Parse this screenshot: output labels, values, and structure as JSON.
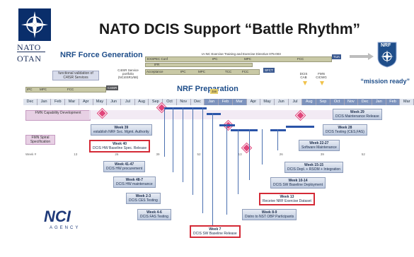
{
  "title": "NATO DCIS Support “Battle Rhythm”",
  "nato": {
    "line1": "NATO",
    "line2": "OTAN"
  },
  "nrf_badge": "NRF",
  "sections": {
    "force_generation": "NRF Force Generation",
    "preparation": "NRF Preparation"
  },
  "top_labels": {
    "ex_title": "IA-NC Exercise Training and Exercise Directive 075-003",
    "exspec": "EXSPEC Conf",
    "ipc1": "IPC",
    "mpc1": "MPC",
    "fcc1": "FCC",
    "ifr": "IFR",
    "acceptance": "Acceptance",
    "ipc2": "IPC",
    "mpc2": "MPC",
    "tcc": "TCC",
    "fcc2": "FCC",
    "tua": "TUA",
    "sfc1": "SFCT",
    "jan": "Jan",
    "ipc3": "IPC",
    "mpc3": "MPC",
    "fcc3": "FCC",
    "c4isr": "C4ISR",
    "func_val": "functional validation of C4ISR Services",
    "c4isr_portfolio": "C4ISR Service portfolio (NC4ISR1/68)",
    "dcis_cab": "DCIS CAB",
    "fmn_cicwg": "FMN CICWG"
  },
  "mission_ready": "“mission ready”",
  "months": [
    "Dec",
    "Jan",
    "Feb",
    "Mar",
    "Apr",
    "May",
    "Jun",
    "Jul",
    "Aug",
    "Sep",
    "Oct",
    "Nov",
    "Dec",
    "Jan",
    "Feb",
    "Mar",
    "Apr",
    "May",
    "Jun",
    "Jul",
    "Aug",
    "Sep",
    "Oct",
    "Nov",
    "Dec",
    "Jan",
    "Feb",
    "Mar"
  ],
  "left_notes": {
    "fmn_cap": "FMN Capability Development",
    "fmn_spiral": "FMN Spiral Specification"
  },
  "week_ticks": [
    "Week #",
    "13",
    "26",
    "39",
    "52",
    "13",
    "26",
    "39",
    "52"
  ],
  "weeks": [
    {
      "week": "Week 39",
      "text": "establish NRF Svc. Mgmt. Authority"
    },
    {
      "week": "Week 40",
      "text": "DCIS HW Baseline Spec. Release"
    },
    {
      "week": "Week 41-47",
      "text": "DCIS HW procurement"
    },
    {
      "week": "Week 48-7",
      "text": "DCIS HW maintenance"
    },
    {
      "week": "Week 2-3",
      "text": "DCIS CES Testing"
    },
    {
      "week": "Week 4-6",
      "text": "DCIS FAS Testing"
    },
    {
      "week": "Week 7",
      "text": "DCIS SW Baseline Release"
    },
    {
      "week": "Week 8-9",
      "text": "Distro to NST OBP Participants"
    },
    {
      "week": "Week 13",
      "text": "Receive NRF Exercise Dataset"
    },
    {
      "week": "Week 10-14",
      "text": "DCIS SW Baseline Deployment"
    },
    {
      "week": "Week 15-15",
      "text": "DCIS Depl. + RSOM + Integration"
    },
    {
      "week": "Week 22-27",
      "text": "Software Maintenance"
    },
    {
      "week": "Week 28",
      "text": "DCIS Testing (CES,FAS)"
    },
    {
      "week": "Week 29",
      "text": "DCIS Maintenance Release"
    }
  ],
  "nci": {
    "name": "NCI",
    "agency": "AGENCY"
  }
}
